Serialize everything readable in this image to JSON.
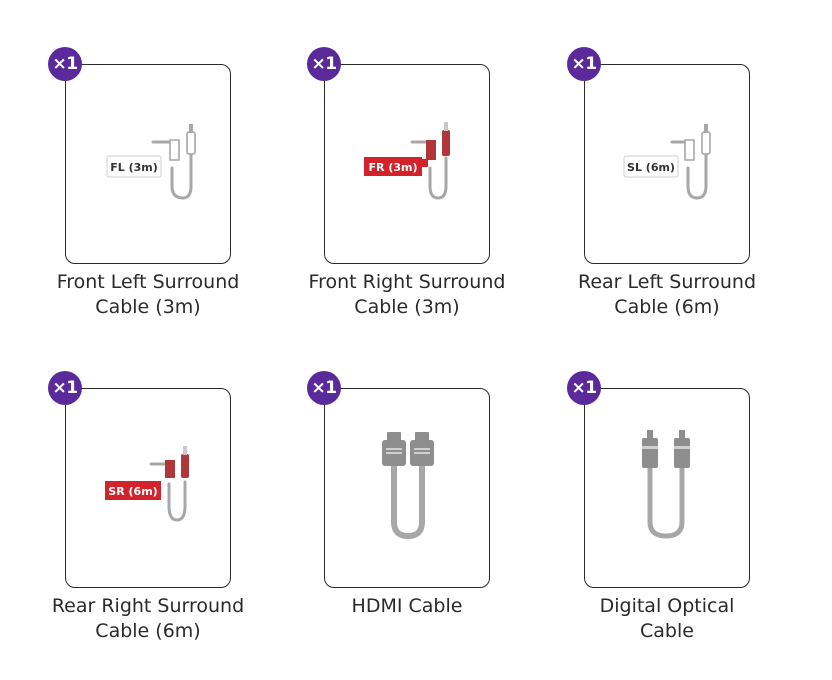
{
  "colors": {
    "badge": "#5a2a9a",
    "border": "#2b2b2b",
    "cable_gray": "#a7a7a7",
    "cable_red": "#b0363a",
    "label_red": "#d2232a"
  },
  "items": [
    {
      "qty": "×1",
      "caption_line1": "Front Left Surround",
      "caption_line2": "Cable (3m)",
      "tag": "FL (3m)",
      "icon": "rca-cable-gray-icon"
    },
    {
      "qty": "×1",
      "caption_line1": "Front Right Surround",
      "caption_line2": "Cable (3m)",
      "tag": "FR (3m)",
      "icon": "rca-cable-red-icon"
    },
    {
      "qty": "×1",
      "caption_line1": "Rear Left Surround",
      "caption_line2": "Cable (6m)",
      "tag": "SL (6m)",
      "icon": "rca-cable-gray-icon"
    },
    {
      "qty": "×1",
      "caption_line1": "Rear Right Surround",
      "caption_line2": "Cable (6m)",
      "tag": "SR (6m)",
      "icon": "rca-cable-red-icon"
    },
    {
      "qty": "×1",
      "caption_line1": "HDMI Cable",
      "caption_line2": "",
      "icon": "hdmi-cable-icon"
    },
    {
      "qty": "×1",
      "caption_line1": "Digital Optical",
      "caption_line2": "Cable",
      "icon": "optical-cable-icon"
    }
  ]
}
